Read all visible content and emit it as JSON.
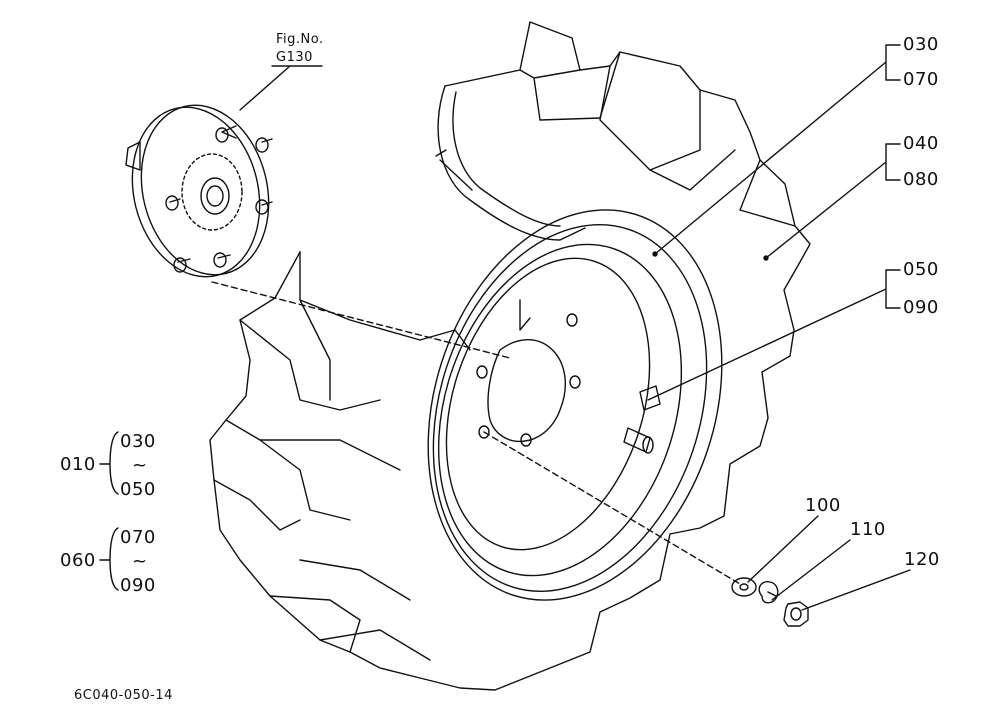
{
  "figure_reference": {
    "line1": "Fig.No.",
    "line2": "G130"
  },
  "callouts": {
    "c030": "030",
    "c070": "070",
    "c040": "040",
    "c080": "080",
    "c050": "050",
    "c090": "090",
    "c100": "100",
    "c110": "110",
    "c120": "120"
  },
  "groups": [
    {
      "id": "010",
      "from": "030",
      "sep": "~",
      "to": "050"
    },
    {
      "id": "060",
      "from": "070",
      "sep": "~",
      "to": "090"
    }
  ],
  "drawing_number": "6C040-050-14",
  "colors": {
    "line": "#111111",
    "background": "#ffffff"
  }
}
